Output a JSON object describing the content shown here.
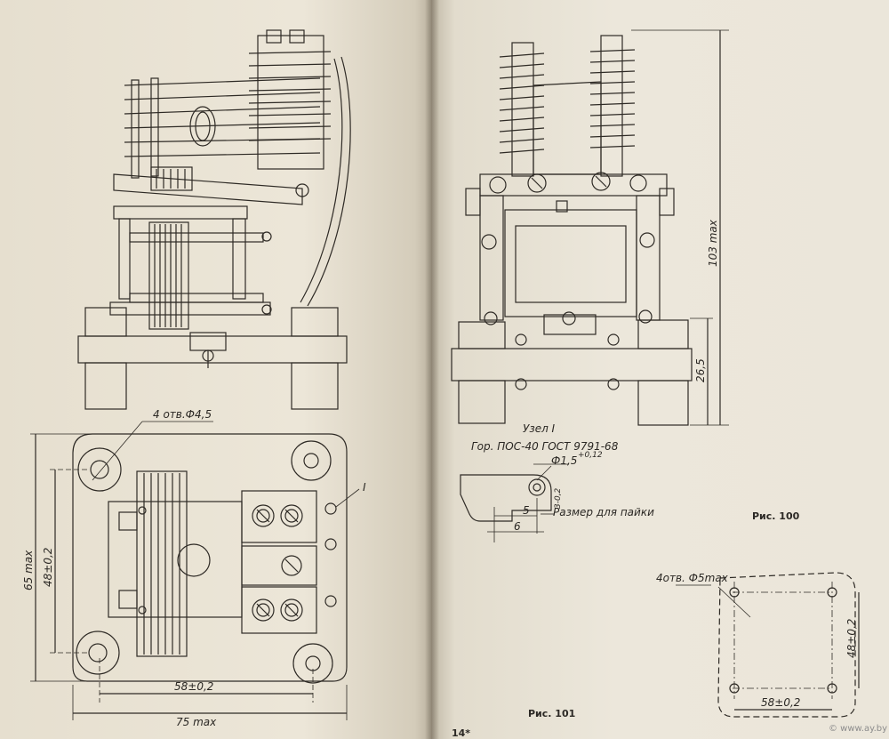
{
  "book": {
    "left_page": {
      "figure_top": "side view of relay (drawing)",
      "figure_bottom": {
        "note_holes": "4 отв.Ф4,5",
        "mark": "I",
        "dim_height": "65 max",
        "dim_pitch_v": "48±0,2",
        "dim_pitch_h": "58±0,2",
        "dim_width": "75 max",
        "page_number": "14*"
      }
    },
    "right_page": {
      "figure_front": {
        "dim_height": "103 max",
        "dim_base": "26,5"
      },
      "node_detail": {
        "title": "Узел I",
        "solder": "Гор. ПОС-40 ГОСТ 9791-68",
        "hole": "Ф1,5",
        "hole_tol": "+0,12",
        "dim_small": "3-0,2",
        "dim_5": "5",
        "dim_6": "6",
        "solder_size": "Размер для пайки"
      },
      "caption_fig100": "Рис. 100",
      "drill_pattern": {
        "note_holes": "4отв. Ф5max",
        "dim_v": "48±0,2",
        "dim_h": "58±0,2"
      },
      "caption_fig101": "Рис. 101",
      "watermark": "© www.ay.by"
    }
  }
}
